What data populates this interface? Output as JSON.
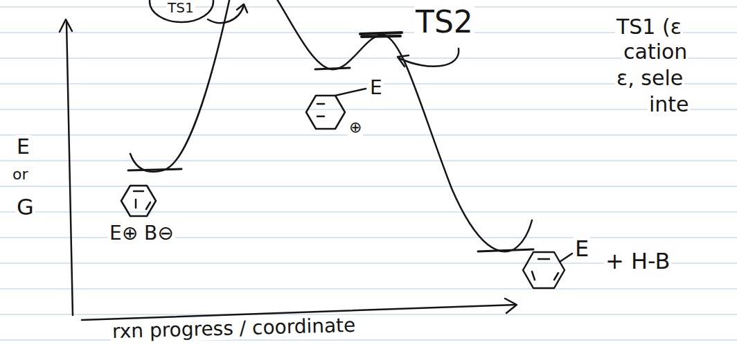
{
  "diagram": {
    "labels": [
      "TS1",
      "TS2",
      "TS1 (ε",
      "cation",
      "ε, sele",
      "inte",
      "E",
      "or",
      "G",
      "E⊕ B⊖",
      "E",
      "⊕",
      "E",
      "+ H-B",
      "rxn progress / coordinate"
    ]
  }
}
